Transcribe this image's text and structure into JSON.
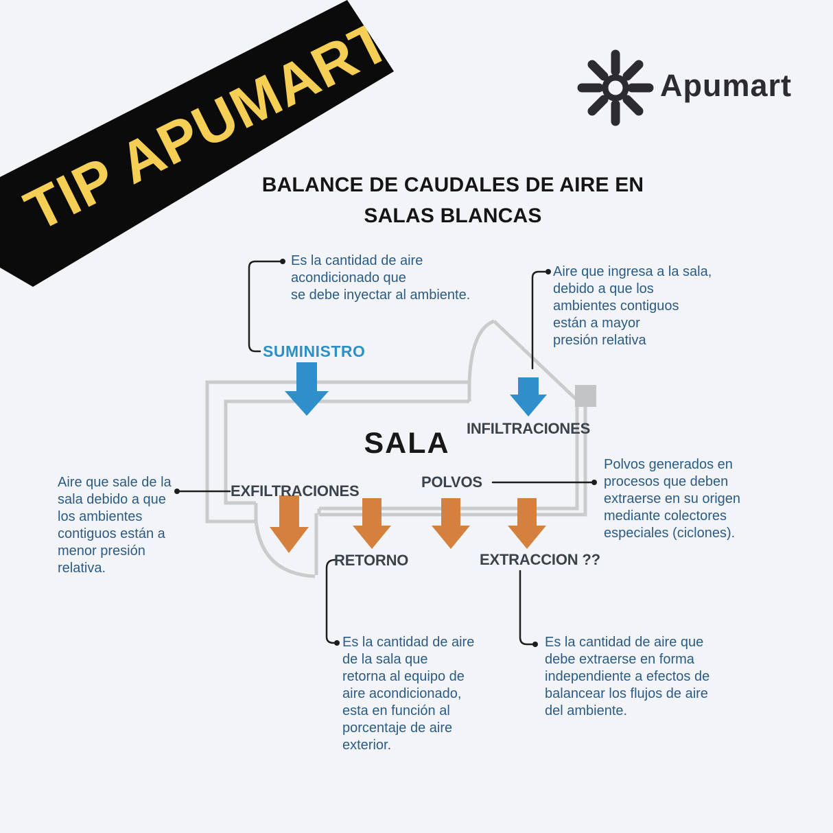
{
  "banner": {
    "text": "TIP APUMART",
    "bg_color": "#0b0b0b",
    "text_color": "#F5CE55"
  },
  "brand": {
    "name": "Apumart",
    "logo_icon": "asterisk-star-icon",
    "color": "#2B2B31"
  },
  "title": {
    "line1": "BALANCE DE CAUDALES DE AIRE EN",
    "line2": "SALAS BLANCAS"
  },
  "room": {
    "label": "SALA"
  },
  "colors": {
    "supply_blue": "#2E8FCA",
    "exhaust_orange": "#D5813D",
    "label_dark": "#3A434C",
    "callout_blue": "#2B5B84",
    "wall_gray": "#C9CBCD",
    "connector_black": "#1d1d1d",
    "background": "#F3F4F7"
  },
  "flows": {
    "suministro": {
      "label": "SUMINISTRO",
      "direction": "into-room",
      "description": "Es la cantidad de aire\nacondicionado que\nse debe inyectar al ambiente."
    },
    "infiltraciones": {
      "label": "INFILTRACIONES",
      "direction": "into-room",
      "description": "Aire que ingresa a la sala,\ndebido a que los\nambientes contiguos\nestán a mayor\npresión relativa"
    },
    "exfiltraciones": {
      "label": "EXFILTRACIONES",
      "direction": "out-of-room",
      "description": "Aire que sale de la\nsala debido a que\nlos ambientes\ncontiguos están a\nmenor presión\nrelativa."
    },
    "retorno": {
      "label": "RETORNO",
      "direction": "out-of-room",
      "description": "Es la cantidad de aire\nde la sala que\nretorna al equipo de\naire acondicionado,\nesta en función al\nporcentaje de aire\nexterior."
    },
    "polvos": {
      "label": "POLVOS",
      "direction": "out-of-room",
      "description": "Polvos generados en\nprocesos que deben\nextraerse en su origen\nmediante colectores\nespeciales (ciclones)."
    },
    "extraccion": {
      "label": "EXTRACCION ??",
      "direction": "out-of-room",
      "description": "Es la cantidad de aire que\ndebe extraerse en forma\nindependiente a efectos de\nbalancear los flujos de aire\ndel ambiente."
    }
  }
}
